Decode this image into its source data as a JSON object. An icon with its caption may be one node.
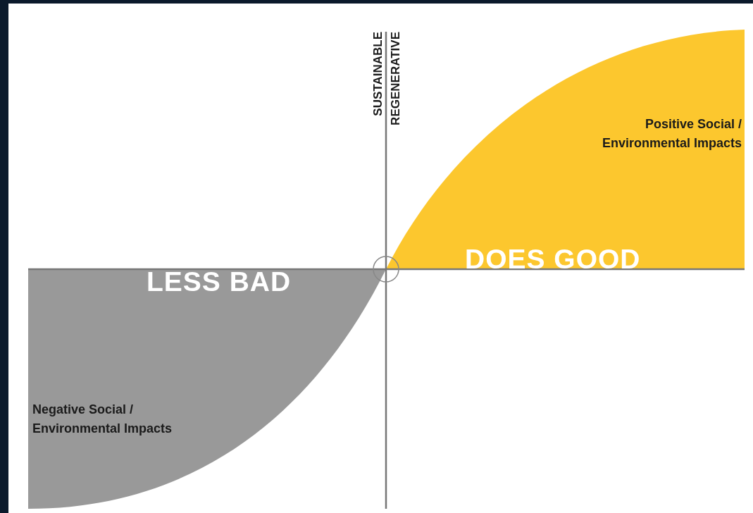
{
  "diagram": {
    "labels": [
      "SUSTAINABLE",
      "REGENERATIVE",
      "Positive Social / Environmental Impacts",
      "DOES GOOD",
      "LESS BAD",
      "Negative Social / Environmental Impacts"
    ]
  }
}
